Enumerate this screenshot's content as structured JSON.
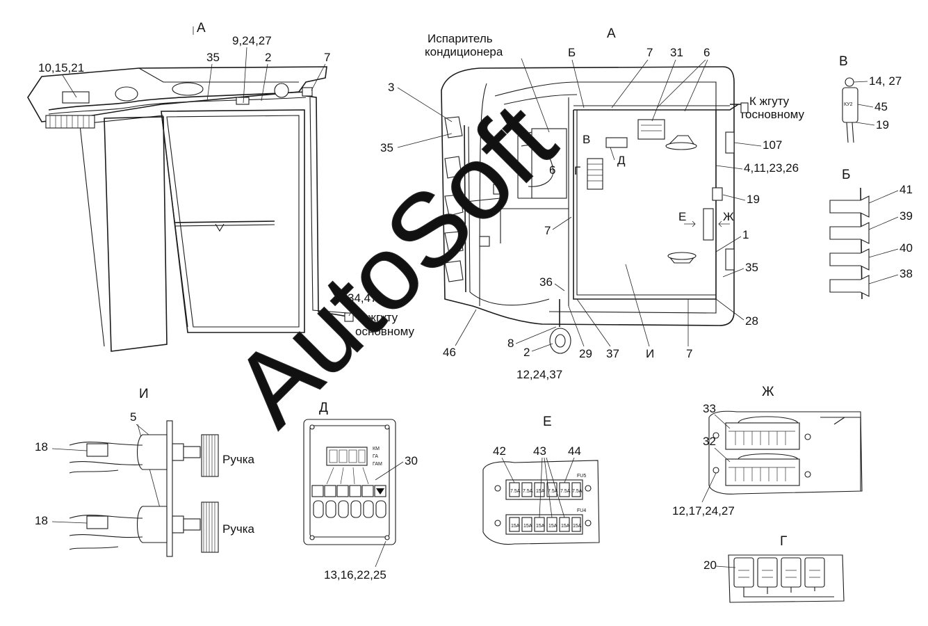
{
  "labels": {
    "view_a_left": "А",
    "callouts_left": [
      "10,15,21",
      "35",
      "9,24,27",
      "2",
      "7",
      "34,47"
    ],
    "to_main_harness_left": [
      "К жгуту",
      "основному"
    ],
    "evaporator": [
      "Испаритель",
      "кондиционера"
    ],
    "view_a_center": "А",
    "callouts_center_top": [
      "Б",
      "7",
      "31",
      "6"
    ],
    "to_main_harness_center": [
      "К жгуту",
      "основному"
    ],
    "callouts_center": [
      "3",
      "35",
      "В",
      "Г",
      "Д",
      "6",
      "7",
      "Е",
      "Ж",
      "36"
    ],
    "callouts_center_right": [
      "107",
      "4,11,23,26",
      "19",
      "1",
      "35",
      "28"
    ],
    "callouts_center_bottom": [
      "8",
      "2",
      "46",
      "29",
      "37",
      "И",
      "7",
      "12,24,37"
    ],
    "view_v": {
      "title": "В",
      "callouts": [
        "14, 27",
        "45",
        "19"
      ],
      "tag": "КУ2"
    },
    "view_b": {
      "title": "Б",
      "callouts": [
        "41",
        "39",
        "40",
        "38"
      ]
    },
    "view_i": {
      "title": "И",
      "callouts": [
        "5",
        "18",
        "18"
      ],
      "knob": "Ручка"
    },
    "view_d": {
      "title": "Д",
      "callouts": [
        "30",
        "13,16,22,25"
      ],
      "display_legend": [
        "КМ",
        "ГА",
        "ГАМ"
      ]
    },
    "view_e": {
      "title": "Е",
      "callouts": [
        "42",
        "43",
        "44"
      ],
      "fuse_tags": [
        "FU5",
        "FU4"
      ],
      "fuse_top": [
        "7.5A",
        "7.5A",
        "15A",
        "7.5A",
        "7.5A",
        "7.5A"
      ],
      "fuse_bottom": [
        "15A",
        "15A",
        "15A",
        "15A",
        "15A",
        "15A"
      ]
    },
    "view_zh": {
      "title": "Ж",
      "callouts": [
        "33",
        "32",
        "12,17,24,27"
      ]
    },
    "view_g": {
      "title": "Г",
      "callouts": [
        "20"
      ]
    },
    "watermark": "AutoSoft"
  }
}
